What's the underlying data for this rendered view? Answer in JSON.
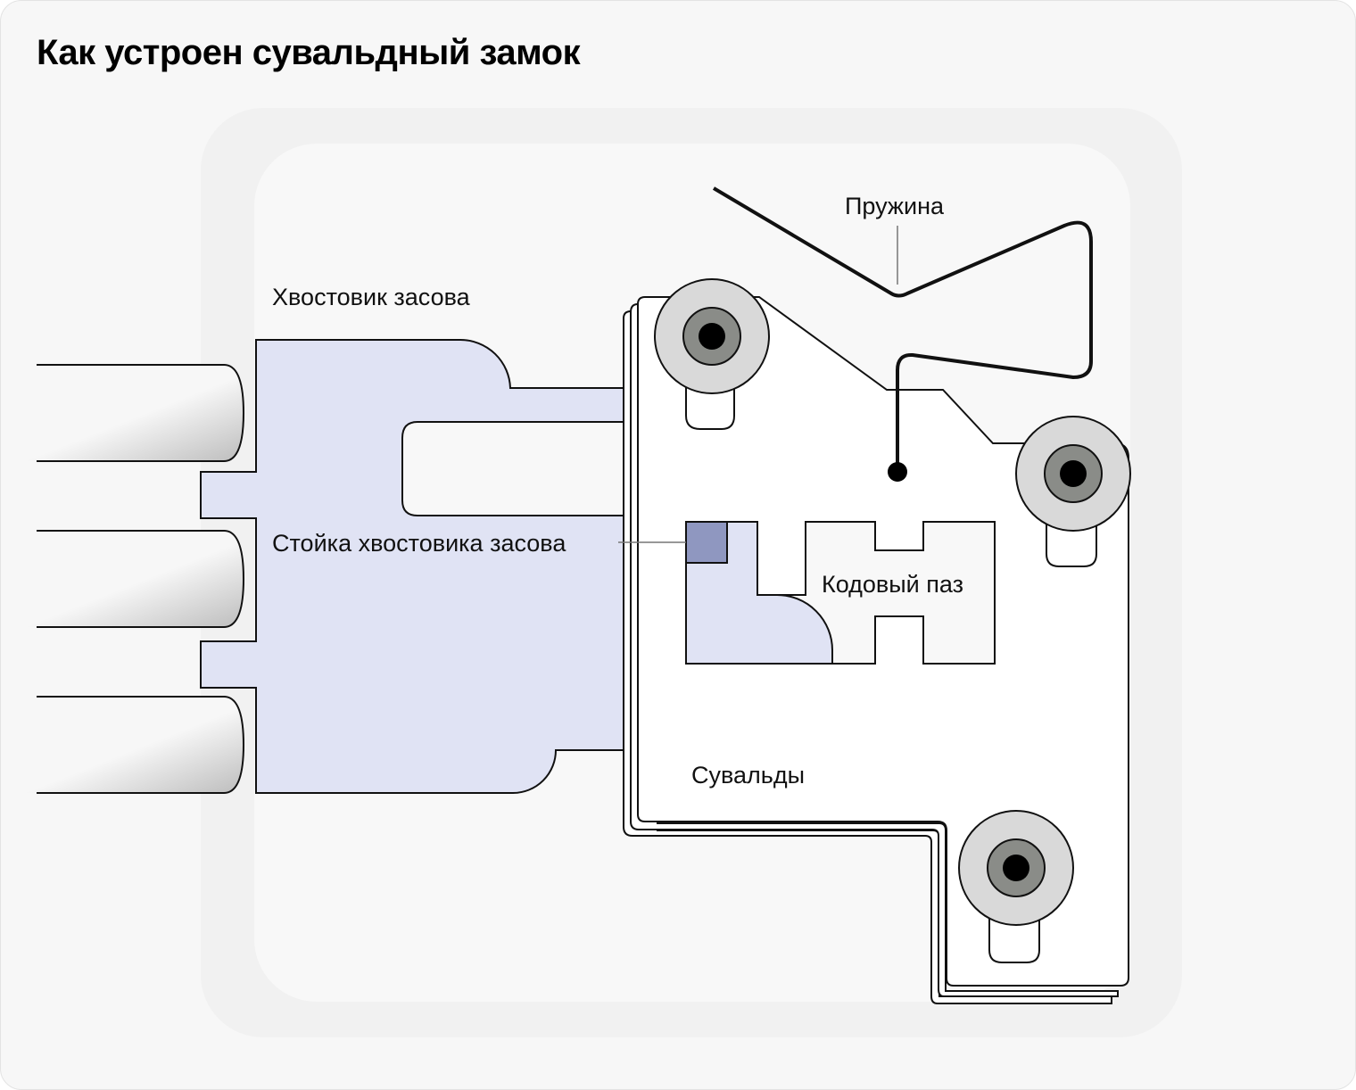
{
  "title": "Как устроен сувальдный замок",
  "labels": {
    "bolt_shank": "Хвостовик засова",
    "bolt_post": "Стойка хвостовика засова",
    "spring": "Пружина",
    "code_slot": "Кодовый паз",
    "levers": "Сувальды"
  },
  "colors": {
    "bolt": "#e0e3f4",
    "post": "#8f97c0",
    "lever": "#ffffff",
    "outer_frame": "#f1f1f1",
    "inner_frame": "#f8f8f8",
    "pin_outer": "#d9d9d9",
    "pin_mid": "#8a8c88"
  }
}
